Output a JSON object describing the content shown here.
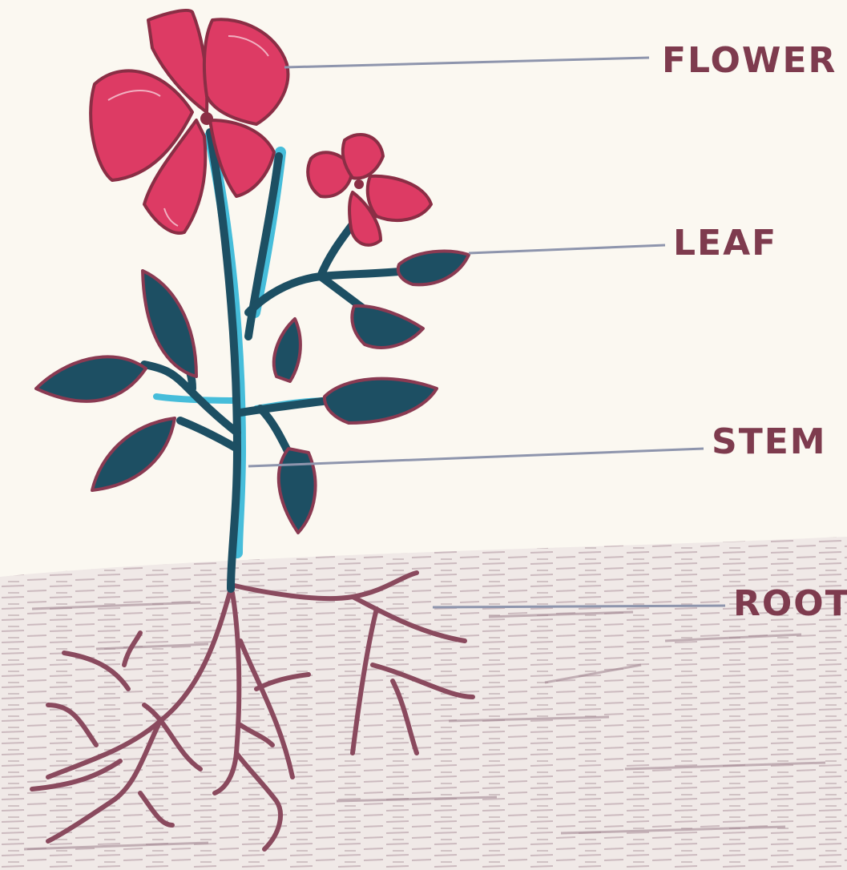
{
  "diagram": {
    "subject": "flowering plant parts",
    "labels": {
      "flower": "FLOWER",
      "leaf": "LEAF",
      "stem": "STEM",
      "root": "ROOT"
    },
    "colors": {
      "paper": "#fbf8f1",
      "soil": "#9c8590",
      "petal": "#dd3b64",
      "petal_outline": "#8a2e45",
      "leaf": "#1d4f63",
      "stem_highlight": "#27b3d6",
      "root": "#8a4a5e",
      "label_text": "#7e3b4e",
      "leader_line": "#8e95ad"
    }
  }
}
